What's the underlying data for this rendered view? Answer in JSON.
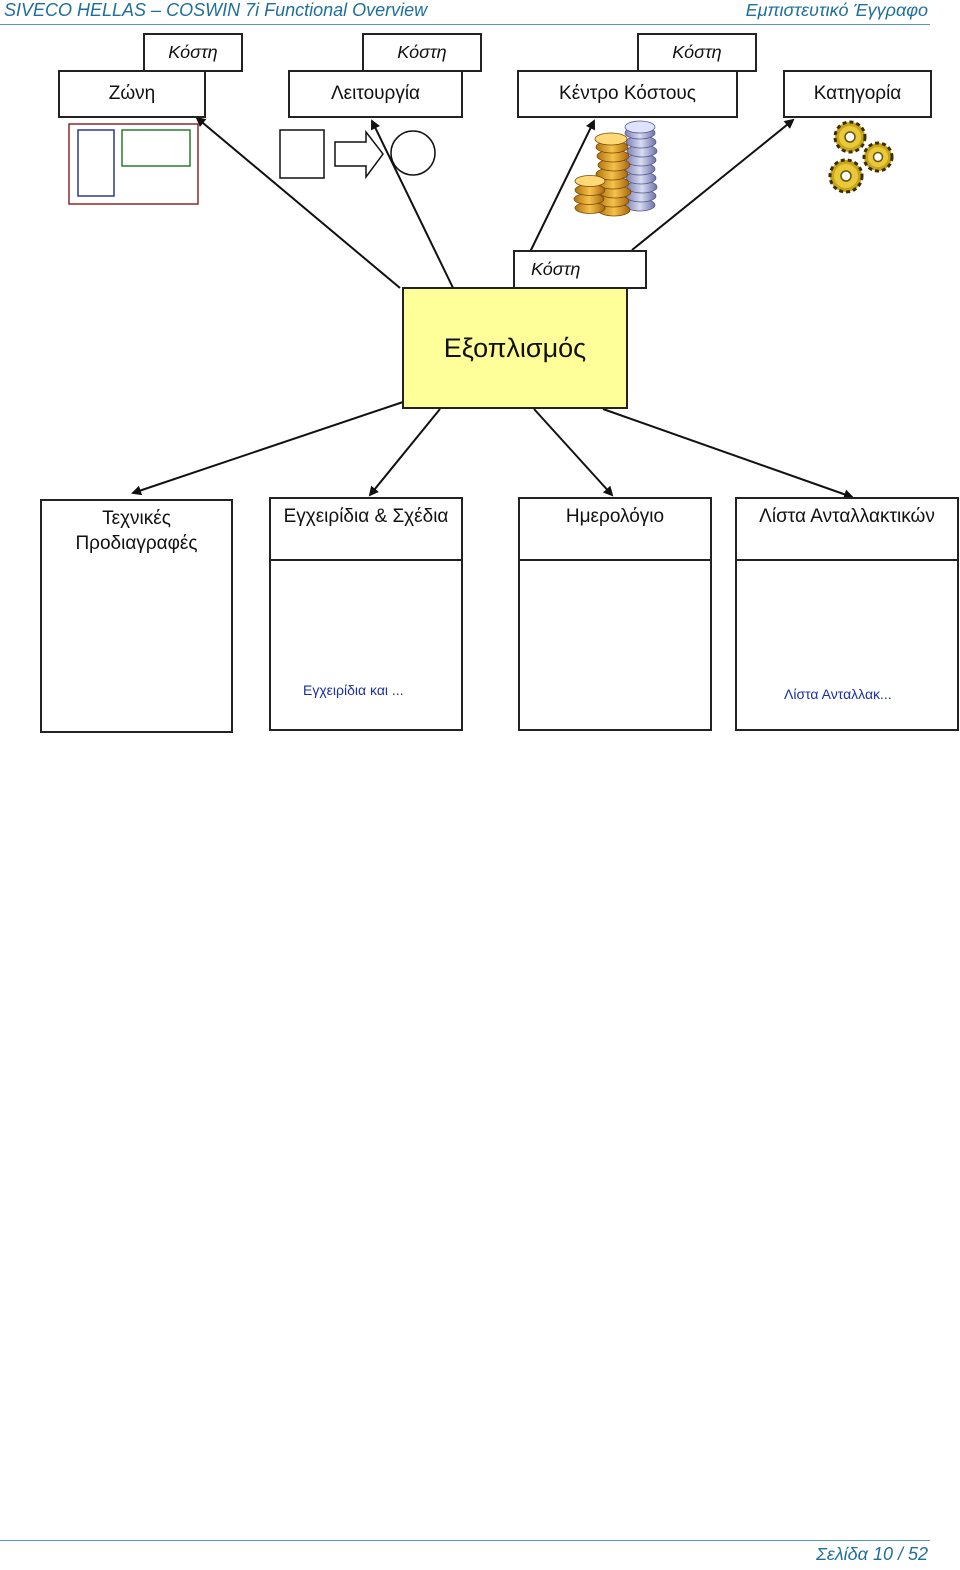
{
  "header": {
    "left": "SIVECO HELLAS – COSWIN 7i Functional Overview",
    "right": "Εμπιστευτικό Έγγραφο"
  },
  "footer": {
    "page": "Σελίδα 10 / 52"
  },
  "diagram": {
    "top_tags": [
      "Κόστη",
      "Κόστη",
      "Κόστη"
    ],
    "top_nodes": [
      "Ζώνη",
      "Λειτουργία",
      "Κέντρο Κόστους",
      "Κατηγορία"
    ],
    "center_tag": "Κόστη",
    "center": "Εξοπλισμός",
    "bottom_nodes": [
      "Τεχνικές Προδιαγραφές",
      "Εγχειρίδια & Σχέδια",
      "Ημερολόγιο",
      "Λίστα Ανταλλακτικών"
    ],
    "icon_captions": {
      "manuals": "Εγχειρίδια και ...",
      "spares": "Λίστα Ανταλλακ..."
    }
  },
  "icons": [
    "zone-icon",
    "function-shapes-icon",
    "coins-icon",
    "gears-icon",
    "tech-spec-icon",
    "manuals-icon",
    "calendar-icon",
    "spare-parts-icon"
  ],
  "colors": {
    "center_fill": "#ffff99",
    "header_text": "#1e6f9b",
    "rule": "#5a98b5"
  }
}
